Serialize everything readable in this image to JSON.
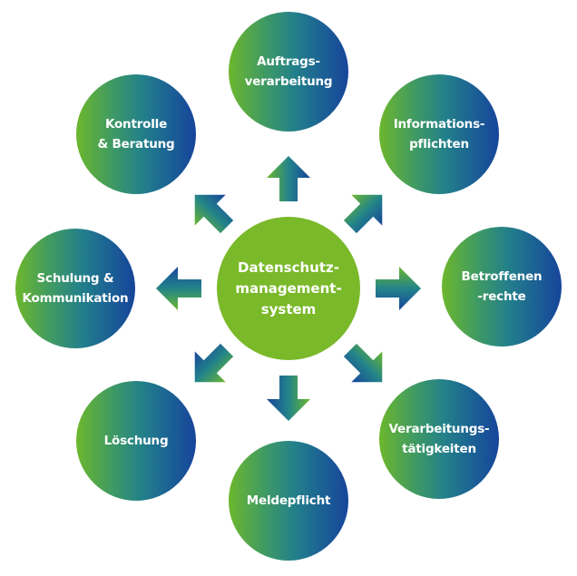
{
  "diagram": {
    "type": "hub-and-spoke",
    "colors": {
      "center_fill": "#7ab929",
      "gradient_start": "#6db72d",
      "gradient_end": "#17459a",
      "text": "#ffffff",
      "background": "#ffffff"
    },
    "center": {
      "label": "Datenschutz-\nmanagement-\nsystem"
    },
    "nodes": [
      {
        "id": "auftragsverarbeitung",
        "label": "Auftrags-\nverarbeitung",
        "direction": "top"
      },
      {
        "id": "informationspflichten",
        "label": "Informations-\npflichten",
        "direction": "top-right"
      },
      {
        "id": "betroffenenrechte",
        "label": "Betroffenen\n-rechte",
        "direction": "right"
      },
      {
        "id": "verarbeitungstaetigkeiten",
        "label": "Verarbeitungs-\ntätigkeiten",
        "direction": "bottom-right"
      },
      {
        "id": "meldepflicht",
        "label": "Meldepflicht",
        "direction": "bottom"
      },
      {
        "id": "loeschung",
        "label": "Löschung",
        "direction": "bottom-left"
      },
      {
        "id": "schulung-kommunikation",
        "label": "Schulung &\nKommunikation",
        "direction": "left"
      },
      {
        "id": "kontrolle-beratung",
        "label": "Kontrolle\n& Beratung",
        "direction": "top-left"
      }
    ],
    "edges": [
      {
        "from": "center",
        "to": "auftragsverarbeitung",
        "style": "block-arrow"
      },
      {
        "from": "center",
        "to": "informationspflichten",
        "style": "block-arrow"
      },
      {
        "from": "center",
        "to": "betroffenenrechte",
        "style": "block-arrow"
      },
      {
        "from": "center",
        "to": "verarbeitungstaetigkeiten",
        "style": "block-arrow"
      },
      {
        "from": "center",
        "to": "meldepflicht",
        "style": "block-arrow"
      },
      {
        "from": "center",
        "to": "loeschung",
        "style": "block-arrow"
      },
      {
        "from": "center",
        "to": "schulung-kommunikation",
        "style": "block-arrow"
      },
      {
        "from": "center",
        "to": "kontrolle-beratung",
        "style": "block-arrow"
      }
    ]
  }
}
